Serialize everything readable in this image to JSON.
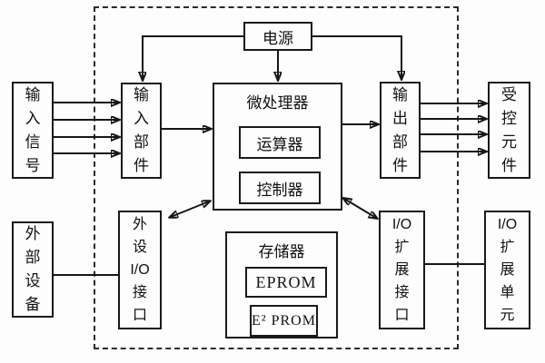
{
  "diagram": {
    "title_meaning": "single-chip microcomputer system block diagram",
    "colors": {
      "line": "#161616",
      "background": "#fdfdfd"
    },
    "blocks": {
      "power": {
        "label": "电源"
      },
      "input_signal": {
        "label": "输\n入\n信\n号"
      },
      "input_unit": {
        "label": "输\n入\n部\n件"
      },
      "mpu": {
        "label": "微处理器"
      },
      "alu": {
        "label": "运算器"
      },
      "controller": {
        "label": "控制器"
      },
      "output_unit": {
        "label": "输\n出\n部\n件"
      },
      "controlled_element": {
        "label": "受\n控\n元\n件"
      },
      "external_device": {
        "label": "外\n部\n设\n备"
      },
      "peripheral_io_interface": {
        "label": "外\n设\nI/O\n接\n口"
      },
      "memory": {
        "label": "存储器"
      },
      "eprom": {
        "label": "EPROM"
      },
      "e2prom": {
        "label": "E² PROM"
      },
      "io_expansion_interface": {
        "label": "I/O\n扩\n展\n接\n口"
      },
      "io_expansion_unit": {
        "label": "I/O\n扩\n展\n单\n元"
      }
    }
  }
}
